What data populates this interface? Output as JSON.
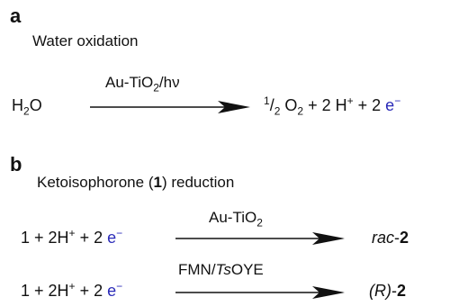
{
  "panel_a": {
    "letter": "a",
    "title": "Water oxidation",
    "reactant": {
      "main": "H",
      "sub": "2",
      "tail": "O"
    },
    "condition": {
      "main": "Au-TiO",
      "sub": "2",
      "tail": "/hν"
    },
    "product": {
      "frac_num": "1",
      "frac_den": "2",
      "o2_main": " O",
      "o2_sub": "2",
      "protons": " + 2 H",
      "proton_charge": "+",
      "plus": " + 2 ",
      "electron": "e",
      "electron_charge": "−"
    }
  },
  "panel_b": {
    "letter": "b",
    "title_pre": "Ketoisophorone (",
    "title_bold": "1",
    "title_post": ") reduction",
    "reaction1": {
      "reactant_pre": "1 + 2H",
      "reactant_charge": "+",
      "reactant_mid": " + 2 ",
      "electron": "e",
      "electron_charge": "−",
      "condition": {
        "main": "Au-TiO",
        "sub": "2"
      },
      "product_italic": "rac",
      "product_dash": "-",
      "product_bold": "2"
    },
    "reaction2": {
      "reactant_pre": "1 + 2H",
      "reactant_charge": "+",
      "reactant_mid": " + 2 ",
      "electron": "e",
      "electron_charge": "−",
      "condition": {
        "pre": "FMN/",
        "italic": "Ts",
        "post": "OYE"
      },
      "product_italic": "(R)",
      "product_dash": "-",
      "product_bold": "2"
    }
  },
  "colors": {
    "electron": "#2a2ab8",
    "text": "#111111"
  }
}
